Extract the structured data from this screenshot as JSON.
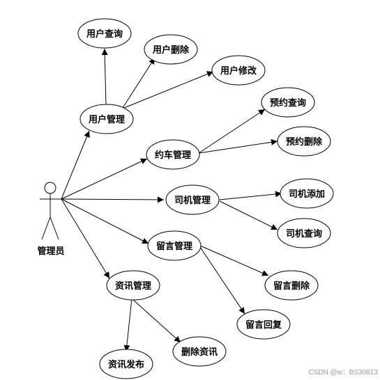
{
  "actor": {
    "label": "管理员"
  },
  "nodes": {
    "user_mgmt": "用户管理",
    "user_query": "用户查询",
    "user_delete": "用户删除",
    "user_edit": "用户修改",
    "booking_mgmt": "约车管理",
    "booking_query": "预约查询",
    "booking_delete": "预约删除",
    "driver_mgmt": "司机管理",
    "driver_add": "司机添加",
    "driver_query": "司机查询",
    "message_mgmt": "留言管理",
    "message_delete": "留言删除",
    "message_reply": "留言回复",
    "news_mgmt": "资讯管理",
    "news_publish": "资讯发布",
    "news_delete": "删除资讯"
  },
  "watermark": "CSDN @w：BS30813"
}
